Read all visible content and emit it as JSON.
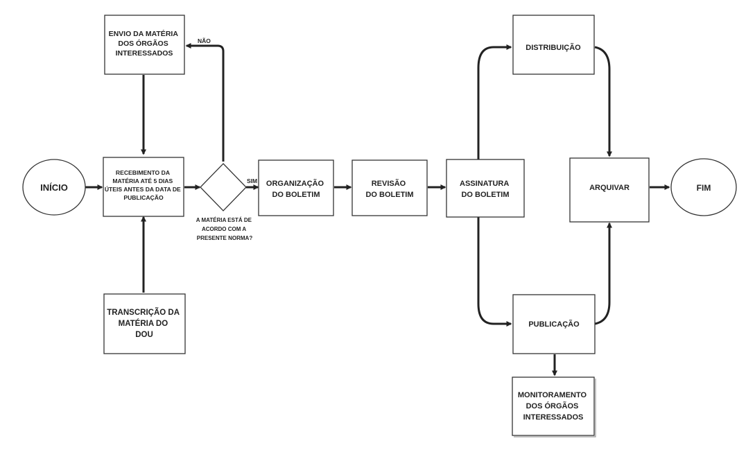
{
  "nodes": {
    "inicio": "INÍCIO",
    "recebimento": [
      "RECEBIMENTO DA",
      "MATÉRIA ATÉ 5 DIAS",
      "ÚTEIS ANTES DA DATA DE",
      "PUBLICAÇÃO"
    ],
    "envio": [
      "ENVIO DA MATÉRIA",
      "DOS  ÓRGÃOS",
      "INTERESSADOS"
    ],
    "transcricao": [
      "TRANSCRIÇÃO DA",
      "MATÉRIA DO",
      "DOU"
    ],
    "decisao": [
      "A MATÉRIA ESTÁ DE",
      "ACORDO COM A",
      "PRESENTE NORMA?"
    ],
    "organizacao": [
      "ORGANIZAÇÃO",
      "DO BOLETIM"
    ],
    "revisao": [
      "REVISÃO",
      "DO BOLETIM"
    ],
    "assinatura": [
      "ASSINATURA",
      "DO BOLETIM"
    ],
    "distribuicao": "DISTRIBUIÇÃO",
    "publicacao": "PUBLICAÇÃO",
    "monitoramento": [
      "MONITORAMENTO",
      "DOS ÓRGÃOS",
      "INTERESSADOS"
    ],
    "arquivar": "ARQUIVAR",
    "fim": "FIM"
  },
  "edge_labels": {
    "sim": "SIM",
    "nao": "NÃO"
  }
}
